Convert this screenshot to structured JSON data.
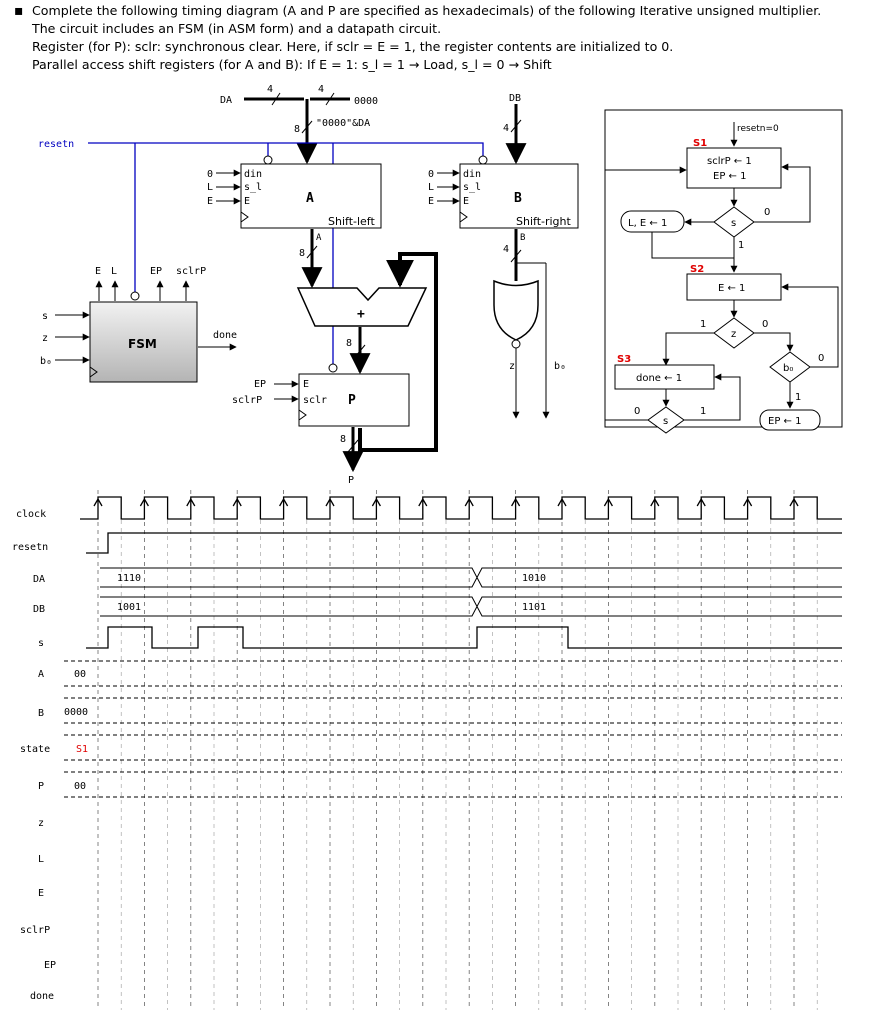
{
  "intro": {
    "bullet": "▪",
    "line1": "Complete the following timing diagram (A and P are specified as hexadecimals) of the following Iterative unsigned multiplier.",
    "line2": "The circuit includes an FSM (in ASM form) and a datapath circuit.",
    "line3": "Register (for P): sclr: synchronous clear. Here, if sclr = E = 1, the register contents are initialized to 0.",
    "line4": "Parallel access shift registers (for A and B): If E = 1: s_l = 1 → Load, s_l = 0 → Shift"
  },
  "datapath": {
    "da": "DA",
    "db": "DB",
    "w4": "4",
    "w8": "8",
    "zeros": "0000",
    "concat": "\"0000\"&DA",
    "resetn": "resetn",
    "zero": "0",
    "lpin": "L",
    "epin": "E",
    "din": "din",
    "sl": "s_l",
    "e": "E",
    "reg_a": "A",
    "reg_b": "B",
    "shift_left": "Shift-left",
    "shift_right": "Shift-right",
    "out_a": "A",
    "out_b": "B",
    "plus": "+",
    "reg_p": "P",
    "ep": "EP",
    "sclrp": "sclrP",
    "sclr": "sclr",
    "p_out": "P",
    "z": "z",
    "b0": "b₀",
    "fsm": "FSM",
    "done": "done",
    "s": "s",
    "fsm_e": "E",
    "fsm_l": "L",
    "fsm_ep": "EP",
    "fsm_sclrp": "sclrP"
  },
  "asm": {
    "resetn_cond": "resetn=0",
    "s1": "S1",
    "s2": "S2",
    "s3": "S3",
    "s1_act1": "sclrP ← 1",
    "s1_act2": "EP ← 1",
    "le": "L, E ← 1",
    "d_s": "s",
    "d_z": "z",
    "d_b0": "b₀",
    "e1": "E ← 1",
    "done1": "done ← 1",
    "ep1": "EP ← 1",
    "zero": "0",
    "one": "1"
  },
  "timing": {
    "signals": [
      "clock",
      "resetn",
      "DA",
      "DB",
      "s",
      "A",
      "B",
      "state",
      "P",
      "z",
      "L",
      "E",
      "sclrP",
      "EP",
      "done"
    ],
    "da_values": [
      "1110",
      "1010"
    ],
    "db_values": [
      "1001",
      "1101"
    ],
    "a_init": "00",
    "b_init": "0000",
    "state_init": "S1",
    "p_init": "00"
  },
  "colors": {
    "accent_red": "#e00000",
    "resetn_blue": "#0000c0",
    "fsm_gray": "#c0c0c0"
  }
}
